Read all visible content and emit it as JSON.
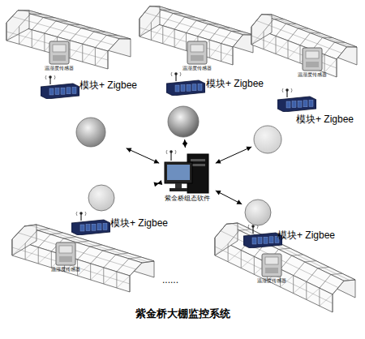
{
  "diagram": {
    "title": "紫金桥大棚监控系统",
    "nodes": [
      {
        "text": [
          "温湿度传感器"
        ]
      },
      {
        "text": [
          "温湿度传感器"
        ]
      },
      {
        "text": [
          "温湿度传感器"
        ]
      },
      {
        "text": [
          "模块+ Zigbee"
        ]
      },
      {
        "text": [
          "模块+ Zigbee"
        ]
      },
      {
        "text": [
          "模块+ Zigbee"
        ]
      },
      {
        "text": [
          "紫金桥组态软件"
        ]
      },
      {
        "text": [
          "模块+ Zigbee"
        ]
      },
      {
        "text": [
          "模块+ Zigbee"
        ]
      },
      {
        "text": [
          "温湿度传感器"
        ]
      },
      {
        "text": [
          "温湿度传感器"
        ]
      }
    ],
    "edges": [
      {
        "from": 6,
        "to": 3,
        "arrow": "both"
      },
      {
        "from": 6,
        "to": 4,
        "arrow": "both"
      },
      {
        "from": 6,
        "to": 5,
        "arrow": "both"
      },
      {
        "from": 6,
        "to": 7,
        "arrow": "both"
      },
      {
        "from": 6,
        "to": 8,
        "arrow": "both"
      }
    ],
    "labels": [
      "......"
    ]
  }
}
